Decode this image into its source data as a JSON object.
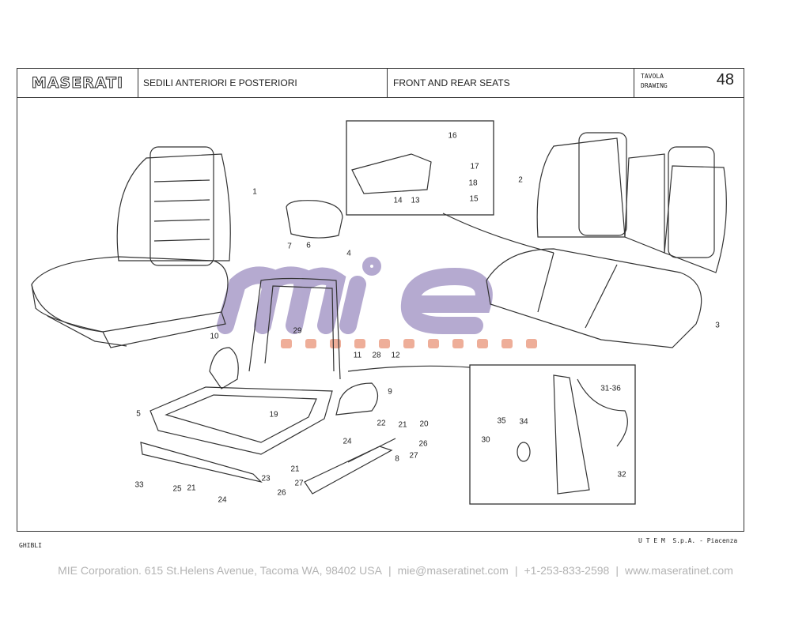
{
  "header": {
    "brand": "MASERATI",
    "title_it": "SEDILI ANTERIORI E POSTERIORI",
    "title_en": "FRONT AND REAR SEATS",
    "tavola_label": "TAVOLA",
    "drawing_label": "DRAWING",
    "drawing_number": "48"
  },
  "callouts": [
    "1",
    "2",
    "3",
    "4",
    "5",
    "6",
    "7",
    "8",
    "9",
    "10",
    "11",
    "12",
    "13",
    "14",
    "15",
    "16",
    "17",
    "18",
    "19",
    "20",
    "21",
    "21",
    "21",
    "22",
    "23",
    "24",
    "24",
    "25",
    "26",
    "26",
    "27",
    "27",
    "28",
    "29",
    "30",
    "31-36",
    "32",
    "33",
    "34",
    "35"
  ],
  "footer": {
    "model": "GHIBLI",
    "publisher": "U T E M  S.p.A. - Piacenza"
  },
  "watermark": {
    "logo": "mie",
    "sub": "CORPORATION",
    "colors": {
      "logo": "#7864aa",
      "sub": "#e88c6e"
    }
  },
  "contact": {
    "company": "MIE Corporation. 615 St.Helens Avenue, Tacoma WA, 98402 USA",
    "email": "mie@maseratinet.com",
    "phone": "+1-253-833-2598",
    "website": "www.maseratinet.com"
  }
}
